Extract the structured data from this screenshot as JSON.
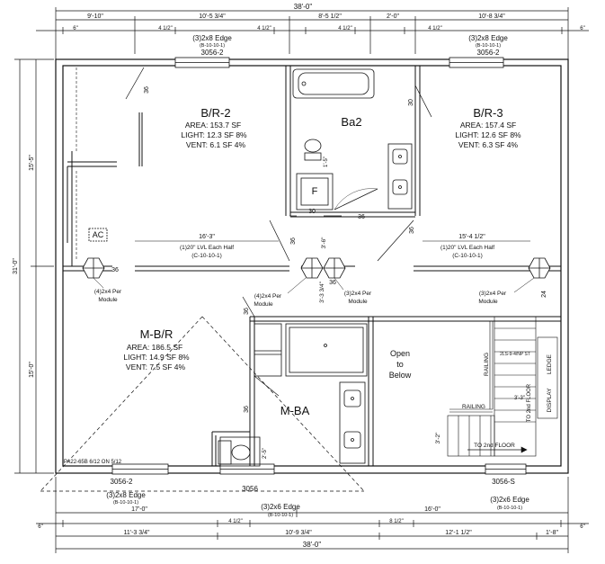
{
  "dims": {
    "top_total": "38'-0\"",
    "top_segments": [
      "9'-10\"",
      "10'-5 3/4\"",
      "8'-5 1/2\"",
      "2'-0\"",
      "10'-8 3/4\""
    ],
    "top_small": [
      "6\"",
      "4 1/2\"",
      "4 1/2\"",
      "4 1/2\"",
      "4 1/2\"",
      "6\""
    ],
    "left_total": "31'-0\"",
    "left_upper": "15'-5\"",
    "left_lower": "15'-0\"",
    "bottom_row1": [
      "17'-0\"",
      "16'-0\""
    ],
    "bottom_small": [
      "6\"",
      "4 1/2\"",
      "8 1/2\"",
      "6\""
    ],
    "bottom_row2": [
      "11'-3 3/4\"",
      "10'-9 3/4\"",
      "12'-1 1/2\"",
      "1'-8\""
    ],
    "bottom_total": "38'-0\""
  },
  "windows": {
    "top_left": {
      "label": "(3)2x8 Edge",
      "sub": "(B-10-10-1)",
      "size": "3056-2"
    },
    "top_right": {
      "label": "(3)2x8 Edge",
      "sub": "(B-10-10-1)",
      "size": "3056-2"
    },
    "bottom_left": {
      "label": "(3)2x8 Edge",
      "sub": "(B-10-10-1)",
      "size": "3056-2"
    },
    "bottom_mid": {
      "label": "(3)2x6 Edge",
      "sub": "(B-10-10-1)",
      "size": "3056"
    },
    "bottom_right": {
      "label": "(3)2x6 Edge",
      "sub": "(B-10-10-1)",
      "size": "3056-S"
    }
  },
  "rooms": {
    "br2": {
      "name": "B/R-2",
      "area": "AREA: 153.7 SF",
      "light": "LIGHT: 12.3 SF 8%",
      "vent": "VENT: 6.1 SF 4%"
    },
    "br3": {
      "name": "B/R-3",
      "area": "AREA: 157.4 SF",
      "light": "LIGHT: 12.6 SF 8%",
      "vent": "VENT: 6.3 SF 4%"
    },
    "mbr": {
      "name": "M-B/R",
      "area": "AREA: 186.5 SF",
      "light": "LIGHT: 14.9 SF 8%",
      "vent": "VENT: 7.5 SF 4%"
    },
    "ba2": {
      "name": "Ba2"
    },
    "mba": {
      "name": "M-BA"
    },
    "open": {
      "line1": "Open",
      "line2": "to",
      "line3": "Below"
    }
  },
  "beams": {
    "left": {
      "span": "16'-3\"",
      "spec": "(1)20\" LVL Each Half",
      "ref": "(C-10-10-1)"
    },
    "right": {
      "span": "15'-4 1/2\"",
      "spec": "(1)20\" LVL Each Half",
      "ref": "(C-10-10-1)"
    }
  },
  "posts": {
    "left": {
      "line1": "(4)2x4 Per",
      "line2": "Module"
    },
    "center": {
      "line1": "(4)2x4 Per",
      "line2": "Module"
    },
    "center_r": {
      "line1": "(3)2x4 Per",
      "line2": "Module"
    },
    "right": {
      "line1": "(3)2x4 Per",
      "line2": "Module"
    }
  },
  "labels": {
    "ac": "AC",
    "furnace": "F",
    "railing1": "RAILING",
    "railing2": "RAILING",
    "ledge": "LEDGE",
    "display": "DISPLAY",
    "to2nd": "TO 2nd FLOOR",
    "to2nd_v": "TO 2nd FLOOR",
    "stair_spec": "2LS-9-4/NP ST",
    "stamp": "PA22-65B 6/12 ON 5/12",
    "toilet_clear": "1'-5\"",
    "mba_clear": "2'-5\"",
    "stair_dim": "3'-2\"",
    "stair_dim2": "3'-3\"",
    "hall_dim": "3'-6\"",
    "post_dim": "3'-3 3/4\""
  },
  "doors": {
    "d1": "36",
    "d2": "36",
    "d3": "30",
    "d4": "30",
    "d5": "36",
    "d6": "36",
    "d7": "36",
    "d8": "36",
    "d9": "24",
    "d10": "36",
    "d11": "36"
  }
}
